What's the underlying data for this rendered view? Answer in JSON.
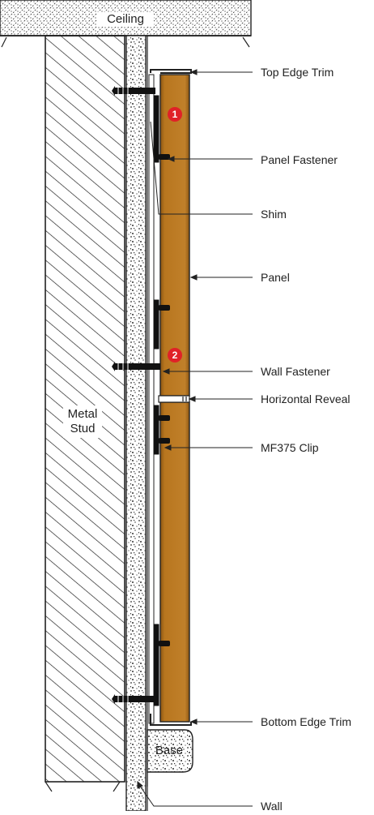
{
  "diagram": {
    "ceiling_label": "Ceiling",
    "stud_label_line1": "Metal",
    "stud_label_line2": "Stud",
    "base_label": "Base",
    "markers": [
      "1",
      "2"
    ],
    "callouts": {
      "top_edge_trim": "Top Edge Trim",
      "panel_fastener": "Panel Fastener",
      "shim": "Shim",
      "panel": "Panel",
      "wall_fastener": "Wall Fastener",
      "horizontal_reveal": "Horizontal Reveal",
      "mf375_clip": "MF375 Clip",
      "bottom_edge_trim": "Bottom Edge Trim",
      "wall": "Wall"
    },
    "colors": {
      "panel_wood": "#b8761f",
      "panel_dark": "#7a4a10",
      "marker_red": "#e02127",
      "line": "#222222"
    }
  }
}
